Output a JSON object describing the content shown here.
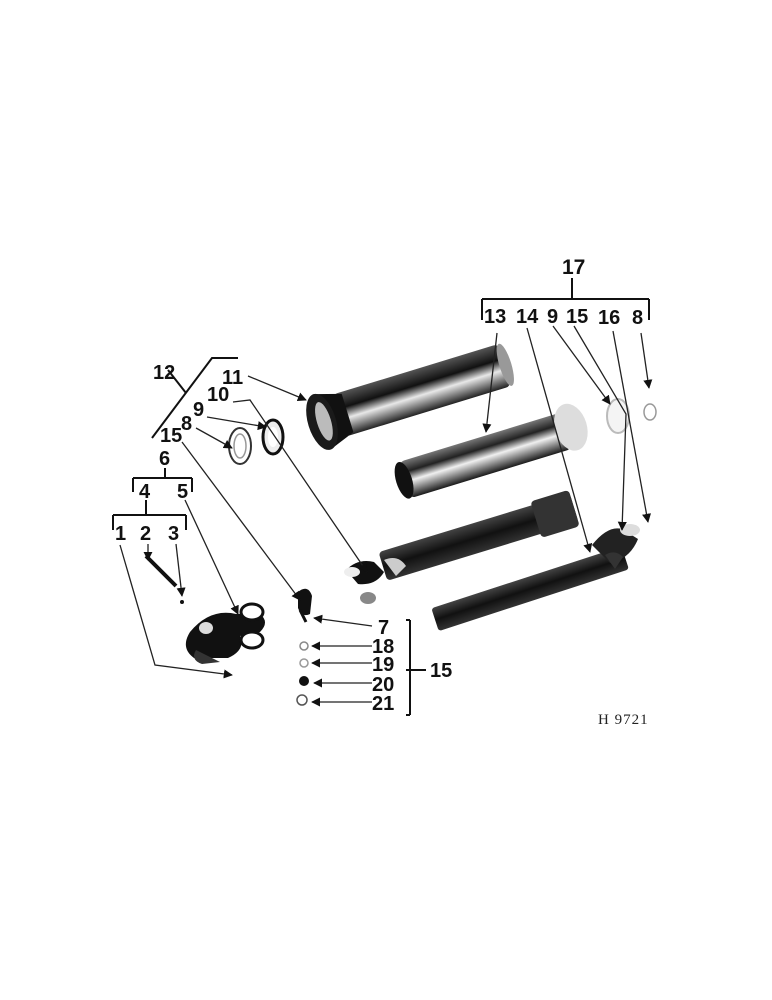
{
  "caption": "H 9721",
  "labels": {
    "l1": "1",
    "l2": "2",
    "l3": "3",
    "l4": "4",
    "l5": "5",
    "l6": "6",
    "l7": "7",
    "l8a": "8",
    "l8b": "8",
    "l9a": "9",
    "l9b": "9",
    "l10": "10",
    "l11": "11",
    "l12": "12",
    "l13": "13",
    "l14": "14",
    "l15a": "15",
    "l15b": "15",
    "l15c": "15",
    "l16": "16",
    "l17": "17",
    "l18": "18",
    "l19": "19",
    "l20": "20",
    "l21": "21"
  }
}
